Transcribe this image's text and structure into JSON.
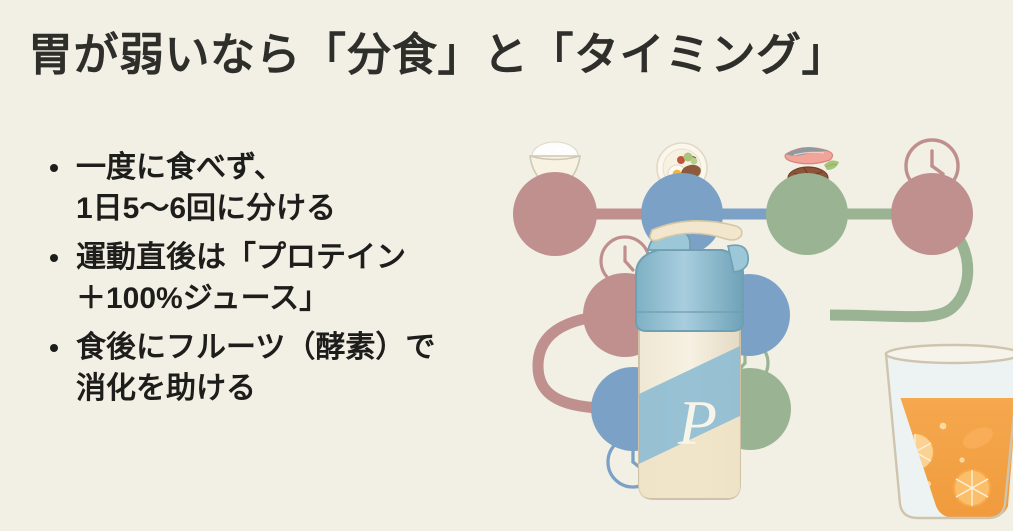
{
  "slide": {
    "background_color": "#f2efe4",
    "title": "胃が弱いなら「分食」と「タイミング」"
  },
  "bullets": [
    {
      "line1": "一度に食べず、",
      "line2": "1日5〜6回に分ける"
    },
    {
      "line1": "運動直後は「プロテイン",
      "line2": "＋100%ジュース」"
    },
    {
      "line1": "食後にフルーツ（酵素）で",
      "line2": "消化を助ける"
    }
  ],
  "illustration": {
    "name": "meal-timeline-illustration",
    "colors": {
      "rose": "#c0908f",
      "blue": "#7ba2c6",
      "green": "#9ab392",
      "clock_rose": "#bf8f8e",
      "clock_green": "#9ab392",
      "clock_blue": "#7ba2c6"
    },
    "nodes": [
      {
        "id": "node-1",
        "row": 1,
        "color": "rose",
        "icon": "rice-bowl-icon",
        "clock": null
      },
      {
        "id": "node-2",
        "row": 1,
        "color": "blue",
        "icon": "meal-plate-icon",
        "clock": null
      },
      {
        "id": "node-3",
        "row": 1,
        "color": "green",
        "icon": "fish-steak-icon",
        "clock": null
      },
      {
        "id": "node-4",
        "row": 1,
        "color": "rose",
        "icon": null,
        "clock": "clock-rose-above"
      },
      {
        "id": "node-5",
        "row": 2,
        "color": "rose",
        "icon": null,
        "clock": "clock-rose-above"
      },
      {
        "id": "node-6",
        "row": 2,
        "color": "blue",
        "icon": null,
        "clock": null
      },
      {
        "id": "node-7",
        "row": 3,
        "color": "blue",
        "icon": null,
        "clock": "clock-blue-below"
      },
      {
        "id": "node-8",
        "row": 3,
        "color": "green",
        "icon": null,
        "clock": "clock-green-above"
      }
    ],
    "objects": [
      {
        "id": "protein-shaker",
        "name": "protein-shaker-bottle",
        "label": "P"
      },
      {
        "id": "juice-glass",
        "name": "orange-juice-glass",
        "label": ""
      }
    ]
  }
}
